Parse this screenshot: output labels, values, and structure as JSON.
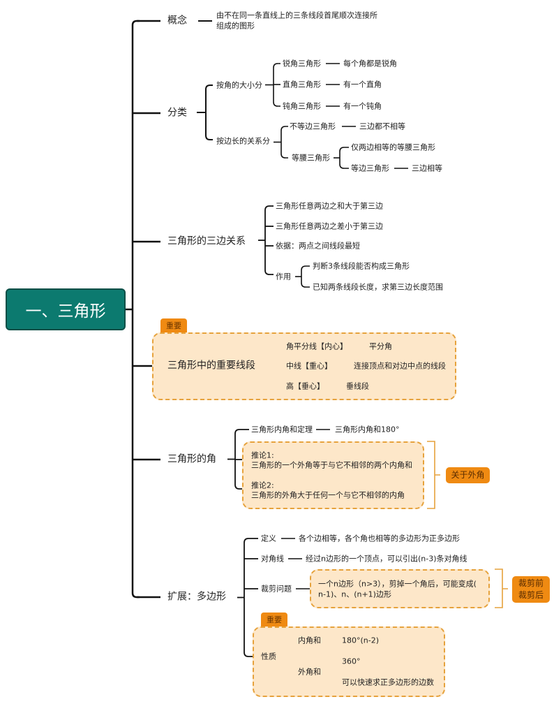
{
  "root": "一、三角形",
  "concept": {
    "label": "概念",
    "text_line1": "由不在同一条直线上的三条线段首尾顺次连接所",
    "text_line2": "组成的图形"
  },
  "classify": {
    "label": "分类",
    "by_angle": {
      "label": "按角的大小分",
      "items": [
        {
          "name": "锐角三角形",
          "desc": "每个角都是锐角"
        },
        {
          "name": "直角三角形",
          "desc": "有一个直角"
        },
        {
          "name": "钝角三角形",
          "desc": "有一个钝角"
        }
      ]
    },
    "by_side": {
      "label": "按边长的关系分",
      "scalene": {
        "name": "不等边三角形",
        "desc": "三边都不相等"
      },
      "isosceles": {
        "name": "等腰三角形",
        "sub1": "仅两边相等的等腰三角形",
        "sub2": "等边三角形",
        "sub2_desc": "三边相等"
      }
    }
  },
  "sides": {
    "label": "三角形的三边关系",
    "items": [
      "三角形任意两边之和大于第三边",
      "三角形任意两边之差小于第三边",
      "依据：两点之间线段最短"
    ],
    "use": {
      "label": "作用",
      "items": [
        "判断3条线段能否构成三角形",
        "已知两条线段长度，求第三边长度范围"
      ]
    }
  },
  "segments": {
    "tag": "重要",
    "label": "三角形中的重要线段",
    "items": [
      {
        "name": "角平分线【内心】",
        "desc": "平分角"
      },
      {
        "name": "中线【重心】",
        "desc": "连接顶点和对边中点的线段"
      },
      {
        "name": "高【垂心】",
        "desc": "垂线段"
      }
    ]
  },
  "angles": {
    "label": "三角形的角",
    "theorem": "三角形内角和定理",
    "theorem_desc": "三角形内角和180°",
    "c1_title": "推论1:",
    "c1_text": "三角形的一个外角等于与它不相邻的两个内角和",
    "c2_title": "推论2:",
    "c2_text": "三角形的外角大于任何一个与它不相邻的内角",
    "note": "关于外角"
  },
  "polygon": {
    "label": "扩展：多边形",
    "def": {
      "name": "定义",
      "desc": "各个边相等，各个角也相等的多边形为正多边形"
    },
    "diag": {
      "name": "对角线",
      "desc": "经过n边形的一个顶点，可以引出(n-3)条对角线"
    },
    "cut": {
      "name": "裁剪问题",
      "line1": "一个n边形（n>3），剪掉一个角后，可能变成(",
      "line2": "n-1)、n、(n+1)边形",
      "note1": "裁剪前",
      "note2": "裁剪后"
    },
    "prop": {
      "tag": "重要",
      "name": "性质",
      "inner": "内角和",
      "inner_desc": "180°(n-2)",
      "outer": "外角和",
      "outer1": "360°",
      "outer2": "可以快速求正多边形的边数"
    }
  },
  "colors": {
    "root": "#0c7a6f",
    "accent": "#ef8a12",
    "highlight": "#fde7c9",
    "dash": "#e6a23c"
  }
}
